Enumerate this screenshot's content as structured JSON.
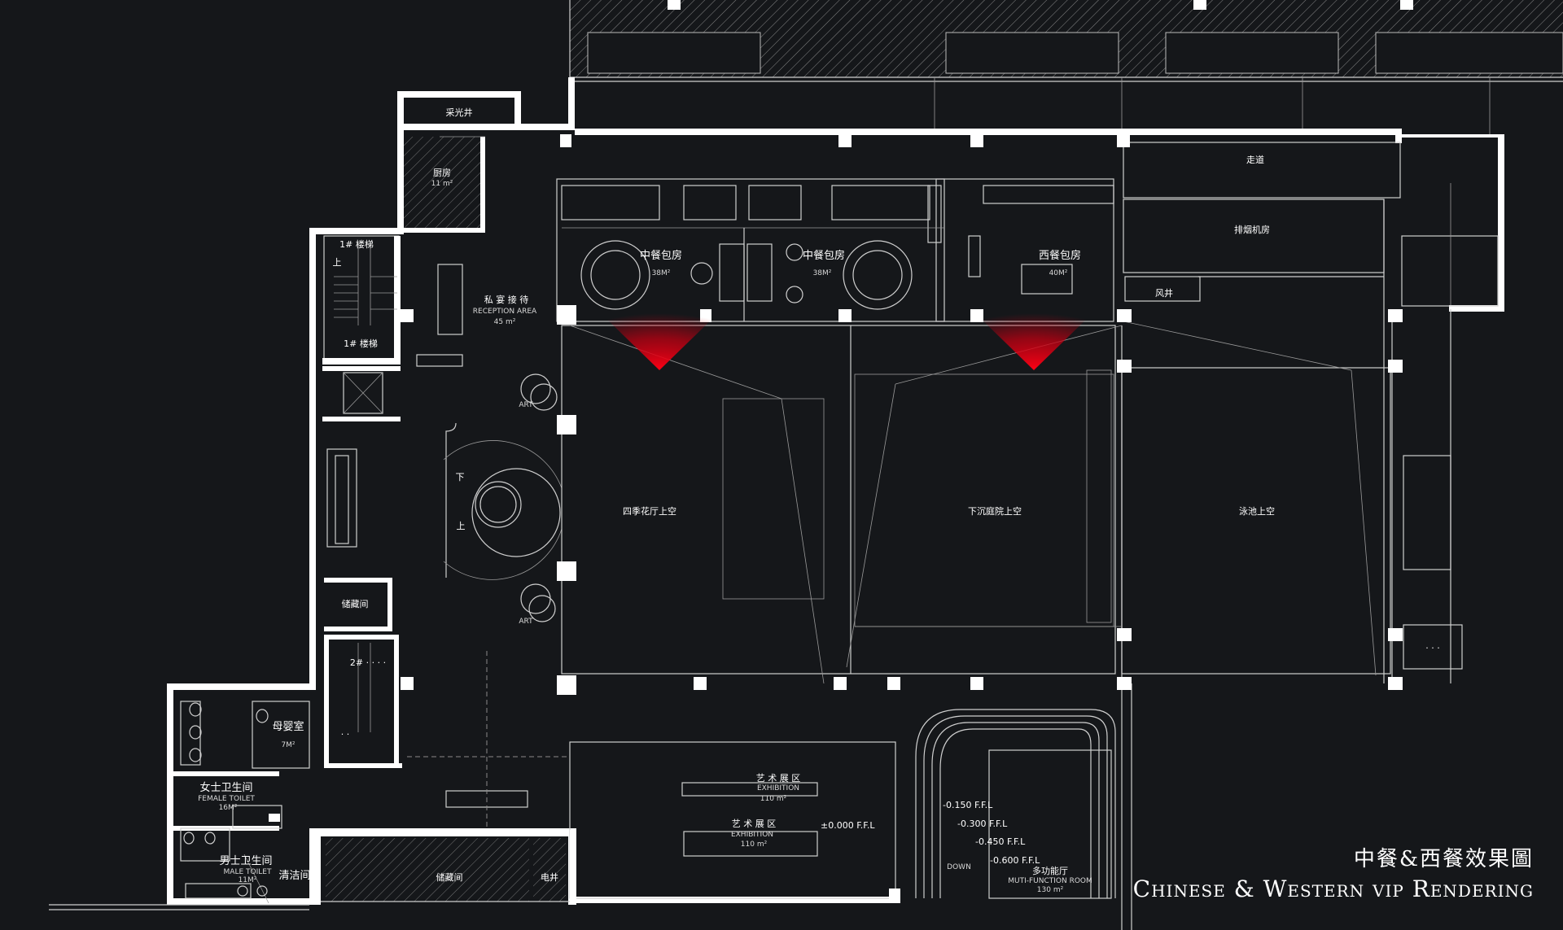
{
  "rooms": {
    "skylight": "采光井",
    "kitchen": "厨房",
    "kitchen_area": "11 m²",
    "stair1_top": "1# 楼梯",
    "stair1_bottom": "1# 楼梯",
    "stair_up": "上",
    "reception_cn": "私 宴 接 待",
    "reception_en": "RECEPTION AREA",
    "reception_area": "45 m²",
    "spiral_down": "下",
    "spiral_up": "上",
    "art1": "ART",
    "art2": "ART",
    "storage_small": "储藏间",
    "stair2": "2# · · · ·",
    "stair2_dots": "· ·",
    "nursing": "母婴室",
    "nursing_area": "7M²",
    "female_cn": "女士卫生间",
    "female_en": "FEMALE TOILET",
    "female_area": "16M²",
    "male_cn": "男士卫生间",
    "male_en": "MALE TOILET",
    "male_area": "11M²",
    "janitor": "清洁间",
    "storage": "储藏间",
    "elec": "电井",
    "chinese_room_1": "中餐包房",
    "chinese_room_1_area": "38M²",
    "chinese_room_2": "中餐包房",
    "chinese_room_2_area": "38M²",
    "western_room": "西餐包房",
    "western_room_area": "40M²",
    "corridor": "走道",
    "exhaust": "排烟机房",
    "shaft": "风井",
    "void_garden": "四季花厅上空",
    "void_courtyard": "下沉庭院上空",
    "void_pool": "泳池上空",
    "exhibit_1_cn": "艺 术 展 区",
    "exhibit_1_en": "EXHIBITION",
    "exhibit_1_area": "110 m²",
    "exhibit_2_cn": "艺 术 展 区",
    "exhibit_2_en": "EXHIBITION",
    "exhibit_2_area": "110 m²",
    "level_0": "±0.000 F.F.L",
    "level_1": "-0.150 F.F.L",
    "level_2": "-0.300 F.F.L",
    "level_3": "-0.450 F.F.L",
    "level_4": "-0.600 F.F.L",
    "down": "DOWN",
    "multi_cn": "多功能厅",
    "multi_en": "MUTI-FUNCTION ROOM",
    "multi_area": "130 m²",
    "stair3_dots": "· · ·"
  },
  "title": {
    "cn": "中餐&西餐效果圖",
    "en": "Chinese & Western vip Rendering"
  },
  "colors": {
    "background": "#15171a",
    "walls": "#ffffff",
    "view_cone": "#e0001b"
  }
}
